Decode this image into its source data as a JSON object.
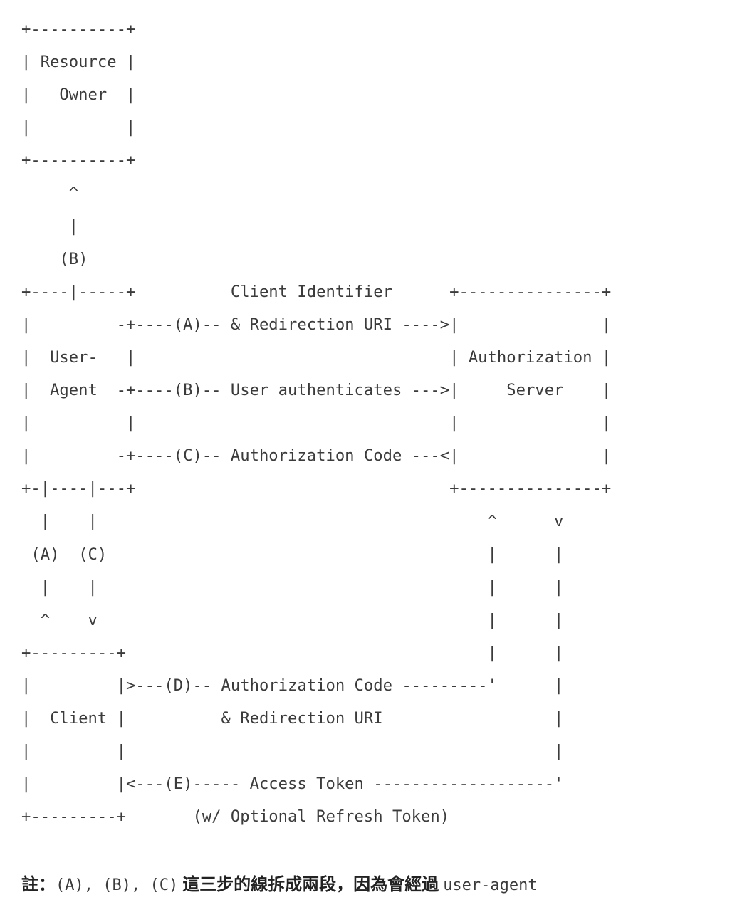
{
  "diagram": {
    "lines": [
      "+----------+",
      "| Resource |",
      "|   Owner  |",
      "|          |",
      "+----------+",
      "     ^",
      "     |",
      "    (B)",
      "+----|-----+          Client Identifier      +---------------+",
      "|         -+----(A)-- & Redirection URI ---->|               |",
      "|  User-   |                                 | Authorization |",
      "|  Agent  -+----(B)-- User authenticates --->|     Server    |",
      "|          |                                 |               |",
      "|         -+----(C)-- Authorization Code ---<|               |",
      "+-|----|---+                                 +---------------+",
      "  |    |                                         ^      v",
      " (A)  (C)                                        |      |",
      "  |    |                                         |      |",
      "  ^    v                                         |      |",
      "+---------+                                      |      |",
      "|         |>---(D)-- Authorization Code ---------'      |",
      "|  Client |          & Redirection URI                  |",
      "|         |                                             |",
      "|         |<---(E)----- Access Token -------------------'",
      "+---------+       (w/ Optional Refresh Token)"
    ]
  },
  "note": {
    "label": "註：",
    "steps": "(A), (B), (C)",
    "text": "這三步的線拆成兩段，因為會經過",
    "term": "user-agent"
  }
}
